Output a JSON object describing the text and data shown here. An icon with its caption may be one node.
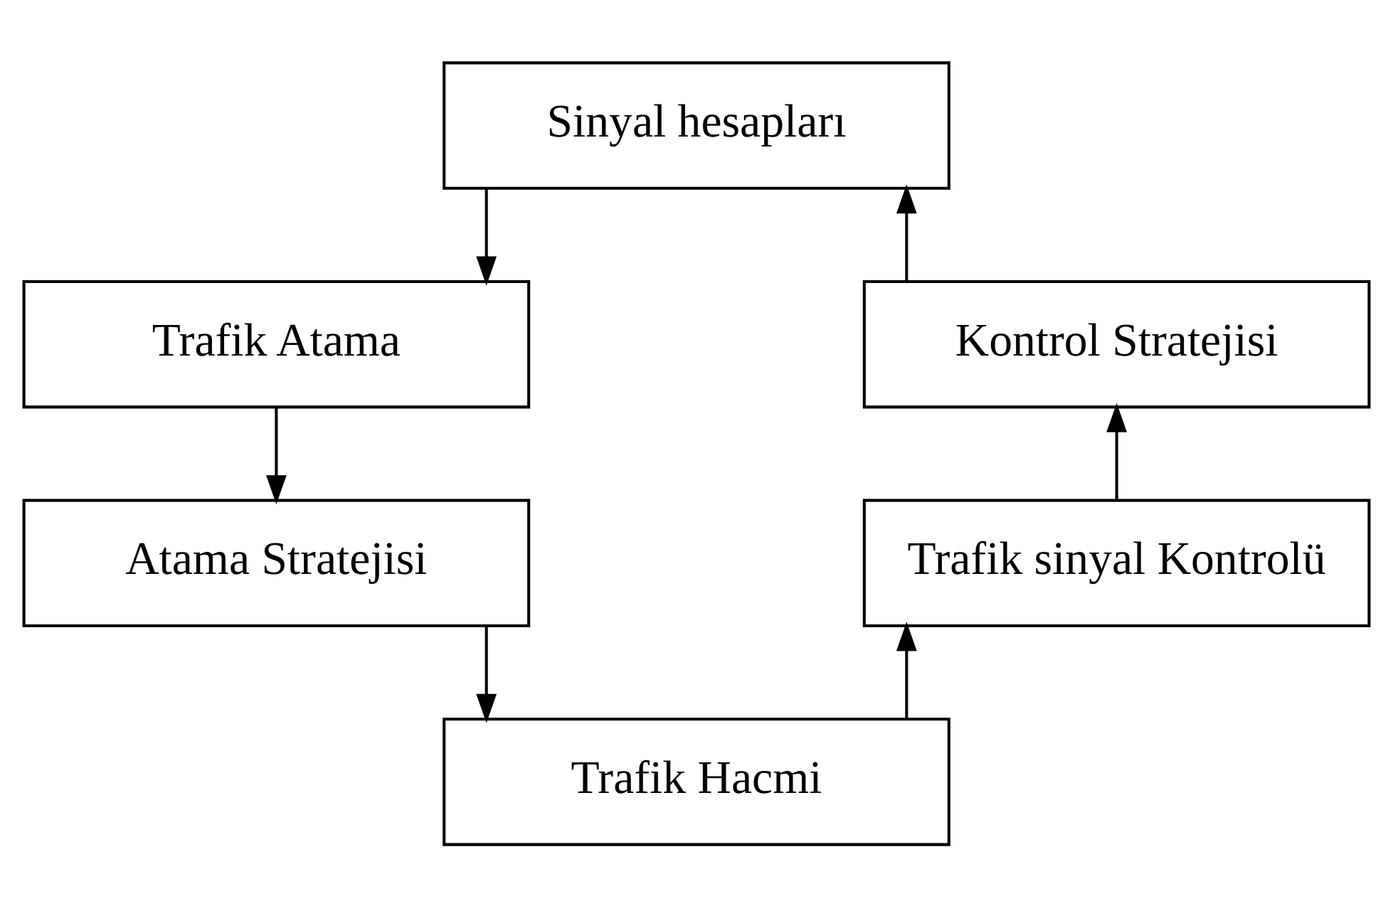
{
  "diagram": {
    "nodes": [
      {
        "text": [
          "Sinyal hesapları"
        ]
      },
      {
        "text": [
          "Trafik Atama"
        ]
      },
      {
        "text": [
          "Atama Stratejisi"
        ]
      },
      {
        "text": [
          "Trafik Hacmi"
        ]
      },
      {
        "text": [
          "Trafik sinyal Kontrolü"
        ]
      },
      {
        "text": [
          "Kontrol Stratejisi"
        ]
      }
    ],
    "edges": [
      {
        "from": 0,
        "to": 1,
        "arrow": "to"
      },
      {
        "from": 1,
        "to": 2,
        "arrow": "to"
      },
      {
        "from": 2,
        "to": 3,
        "arrow": "to"
      },
      {
        "from": 3,
        "to": 4,
        "arrow": "to"
      },
      {
        "from": 4,
        "to": 5,
        "arrow": "to"
      },
      {
        "from": 5,
        "to": 0,
        "arrow": "to"
      }
    ]
  }
}
